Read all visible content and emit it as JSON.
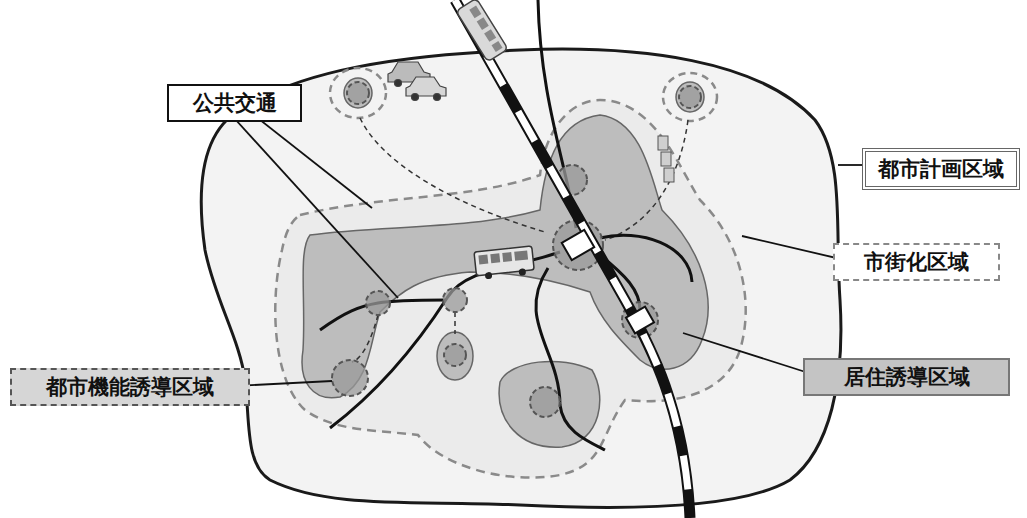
{
  "diagram": {
    "nodes": [
      {
        "text": [
          "公共交通"
        ]
      },
      {
        "text": [
          "都市計画区域"
        ]
      },
      {
        "text": [
          "市街化区域"
        ]
      },
      {
        "text": [
          "居住誘導区域"
        ]
      },
      {
        "text": [
          "都市機能誘導区域"
        ]
      }
    ]
  }
}
